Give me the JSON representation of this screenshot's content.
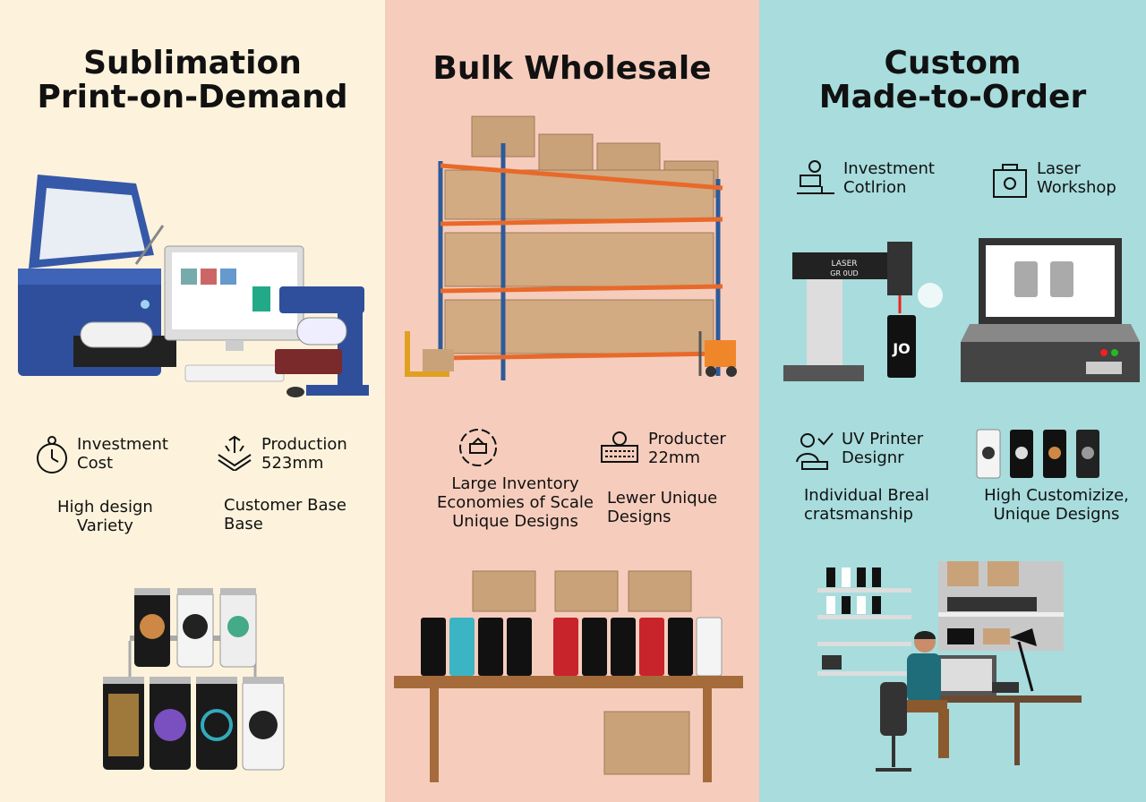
{
  "columns": [
    {
      "title_line1": "Sublimation",
      "title_line2": "Print-on-Demand",
      "stat1": {
        "line1": "Investment",
        "line2": "Cost",
        "icon": "timer-icon"
      },
      "stat2": {
        "line1": "Production",
        "line2": "523mm",
        "icon": "layers-icon"
      },
      "note1": {
        "line1": "High design",
        "line2": "Variety"
      },
      "note2": {
        "line1": "Customer Base",
        "line2": "Base"
      }
    },
    {
      "title_line1": "Bulk Wholesale",
      "stat1": {
        "line1": "Large Inventory",
        "line2": "Economies of Scale",
        "line3": "Unique Designs",
        "icon": "cycle-icon"
      },
      "stat2": {
        "line1": "Producter",
        "line2": "22mm",
        "icon": "machine-icon"
      },
      "note1": {
        "line1": "Lewer Unique",
        "line2": "Designs"
      }
    },
    {
      "title_line1": "Custom",
      "title_line2": "Made-to-Order",
      "top1": {
        "line1": "Investment",
        "line2": "Cotlrion",
        "icon": "workbench-icon"
      },
      "top2": {
        "line1": "Laser",
        "line2": "Workshop",
        "icon": "bag-icon"
      },
      "stat1": {
        "line1": "UV Printer",
        "line2": "Designr",
        "icon": "person-check-icon"
      },
      "note1": {
        "line1": "Individual Breal",
        "line2": "cratsmanship"
      },
      "note2": {
        "line1": "High Customizize,",
        "line2": "Unique Designs"
      },
      "laser_label_line1": "LASER",
      "laser_label_line2": "GR 0UD",
      "cup_label": "JO"
    }
  ],
  "colors": {
    "col1": "#fdf3dc",
    "col2": "#f6cdbd",
    "col3": "#a8dcdd",
    "printer_blue": "#2f4f9c",
    "shelf_orange": "#e8692a",
    "shelf_blue": "#2d5a9a",
    "box_brown": "#c9a27a"
  }
}
